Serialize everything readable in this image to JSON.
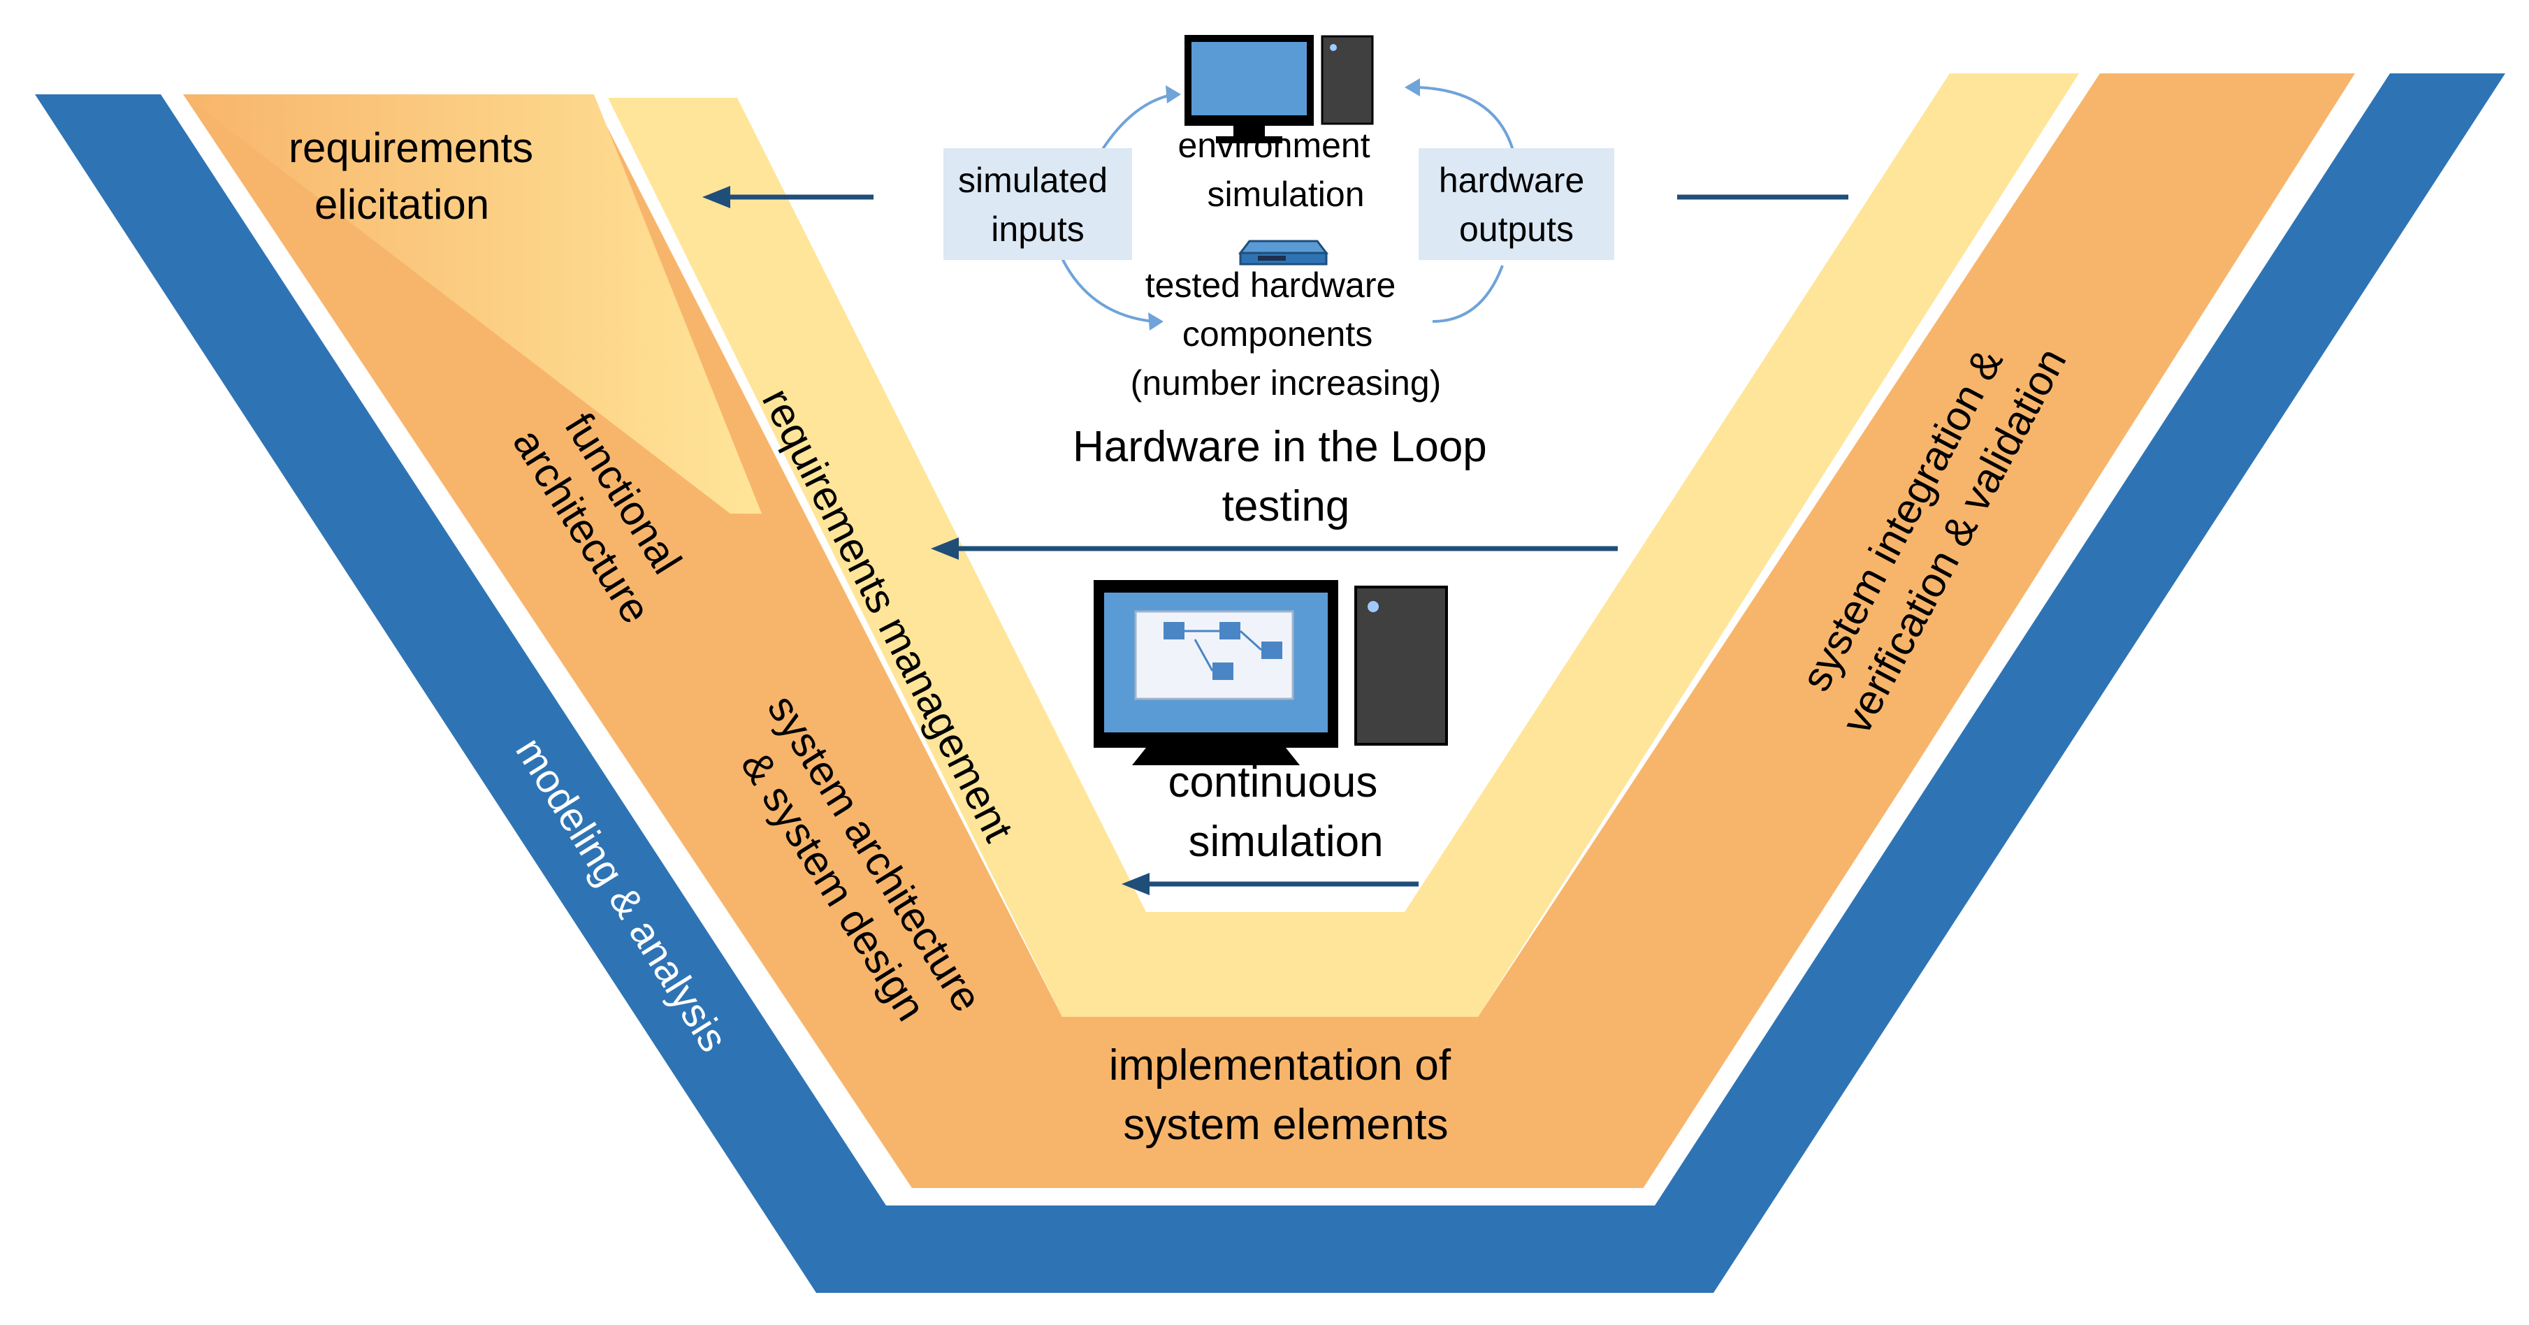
{
  "colors": {
    "blue_band": "#2e74b5",
    "orange_band": "#f7b56b",
    "yellow_band": "#ffe599",
    "arrow": "#1f4e79",
    "loop_arrow": "#6fa3d9",
    "label_box": "#dce8f4",
    "monitor_screen": "#5b9bd5",
    "tower": "#404040"
  },
  "labels": {
    "requirements_elicitation": [
      "requirements",
      "elicitation"
    ],
    "functional_architecture": [
      "functional",
      "architecture"
    ],
    "requirements_management": "requirements management",
    "system_architecture": [
      "system architecture",
      "& system design"
    ],
    "modeling_analysis": "modeling & analysis",
    "implementation": [
      "implementation of",
      "system elements"
    ],
    "integration": [
      "system integration &",
      "verification & validation"
    ]
  },
  "hil": {
    "environment_simulation": [
      "environment",
      "simulation"
    ],
    "simulated_inputs": [
      "simulated",
      "inputs"
    ],
    "hardware_outputs": [
      "hardware",
      "outputs"
    ],
    "tested_hardware": [
      "tested hardware",
      "components",
      "(number increasing)"
    ],
    "title": [
      "Hardware in the Loop",
      "testing"
    ]
  },
  "continuous_simulation": [
    "continuous",
    "simulation"
  ],
  "icons": [
    "desktop-computer-icon",
    "network-device-icon",
    "simulation-workstation-icon"
  ]
}
